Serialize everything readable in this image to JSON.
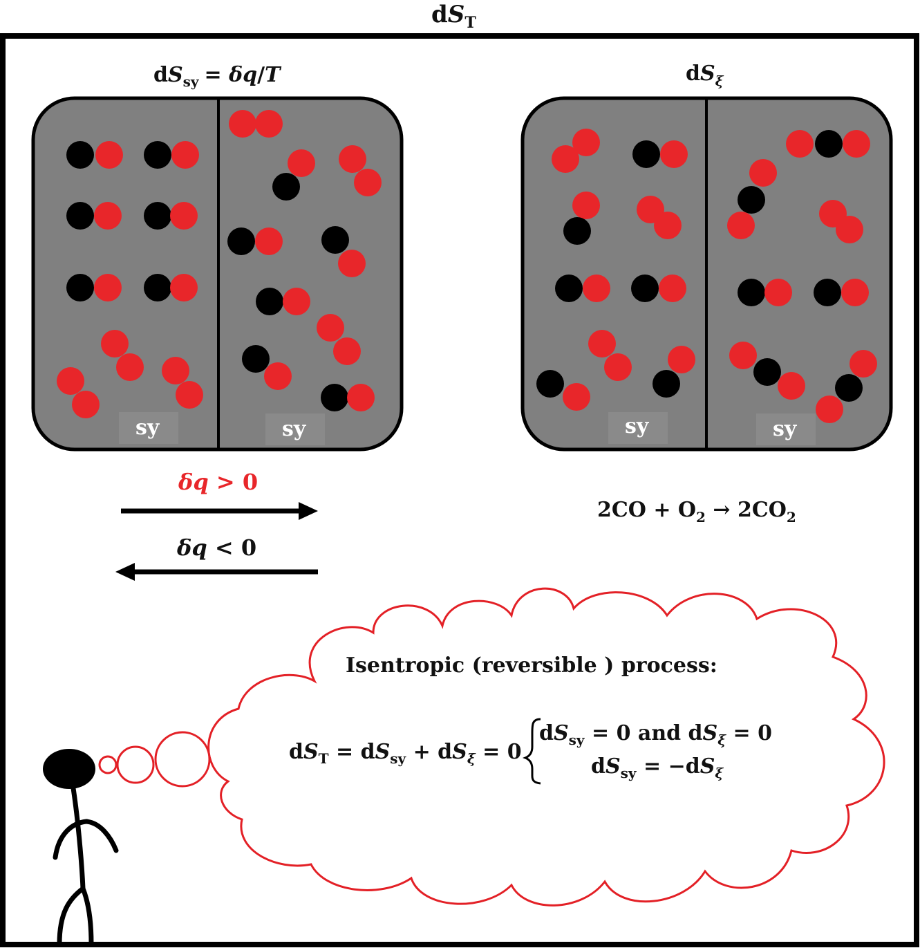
{
  "outer": {
    "title_d": "d",
    "title_S": "S",
    "title_sub": "T"
  },
  "left_panel": {
    "eq_d": "d",
    "eq_S": "S",
    "eq_sub": "sy",
    "eq_rest_delta": "= ",
    "eq_rest_dq": "δq",
    "eq_rest_slash": "/",
    "eq_rest_T": "T",
    "left_label": "sy",
    "right_label": "sy"
  },
  "right_panel": {
    "eq_d": "d",
    "eq_S": "S",
    "eq_sub": "ξ",
    "left_label": "sy",
    "right_label": "sy"
  },
  "heat": {
    "pos_dq": "δq",
    "pos_rel": " > 0",
    "neg_dq": "δq",
    "neg_rel": " < 0"
  },
  "reaction": {
    "part1": "2CO + O",
    "sub1": "2",
    "arrow": " → 2CO",
    "sub2": "2"
  },
  "thought": {
    "heading": "Isentropic (reversible ) process:",
    "lhs_d1": "d",
    "lhs_S1": "S",
    "lhs_sub1": "T",
    "lhs_eq": " = d",
    "lhs_S2": "S",
    "lhs_sub2": "sy",
    "lhs_plus": " + d",
    "lhs_S3": "S",
    "lhs_sub3": "ξ",
    "lhs_tail": " = 0",
    "c1_d": "d",
    "c1_S": "S",
    "c1_sub": "sy",
    "c1_mid": " = 0 and d",
    "c1_S2": "S",
    "c1_sub2": "ξ",
    "c1_tail": " = 0",
    "c2_d": "d",
    "c2_S": "S",
    "c2_sub": "sy",
    "c2_mid": " = −d",
    "c2_S2": "S",
    "c2_sub2": "ξ"
  },
  "colors": {
    "red": "#e8262a",
    "black": "#000000",
    "gray": "#808080",
    "white": "#ffffff"
  },
  "icons": [
    "stick-figure-icon",
    "thought-cloud-icon",
    "right-arrow-icon",
    "left-arrow-icon"
  ]
}
